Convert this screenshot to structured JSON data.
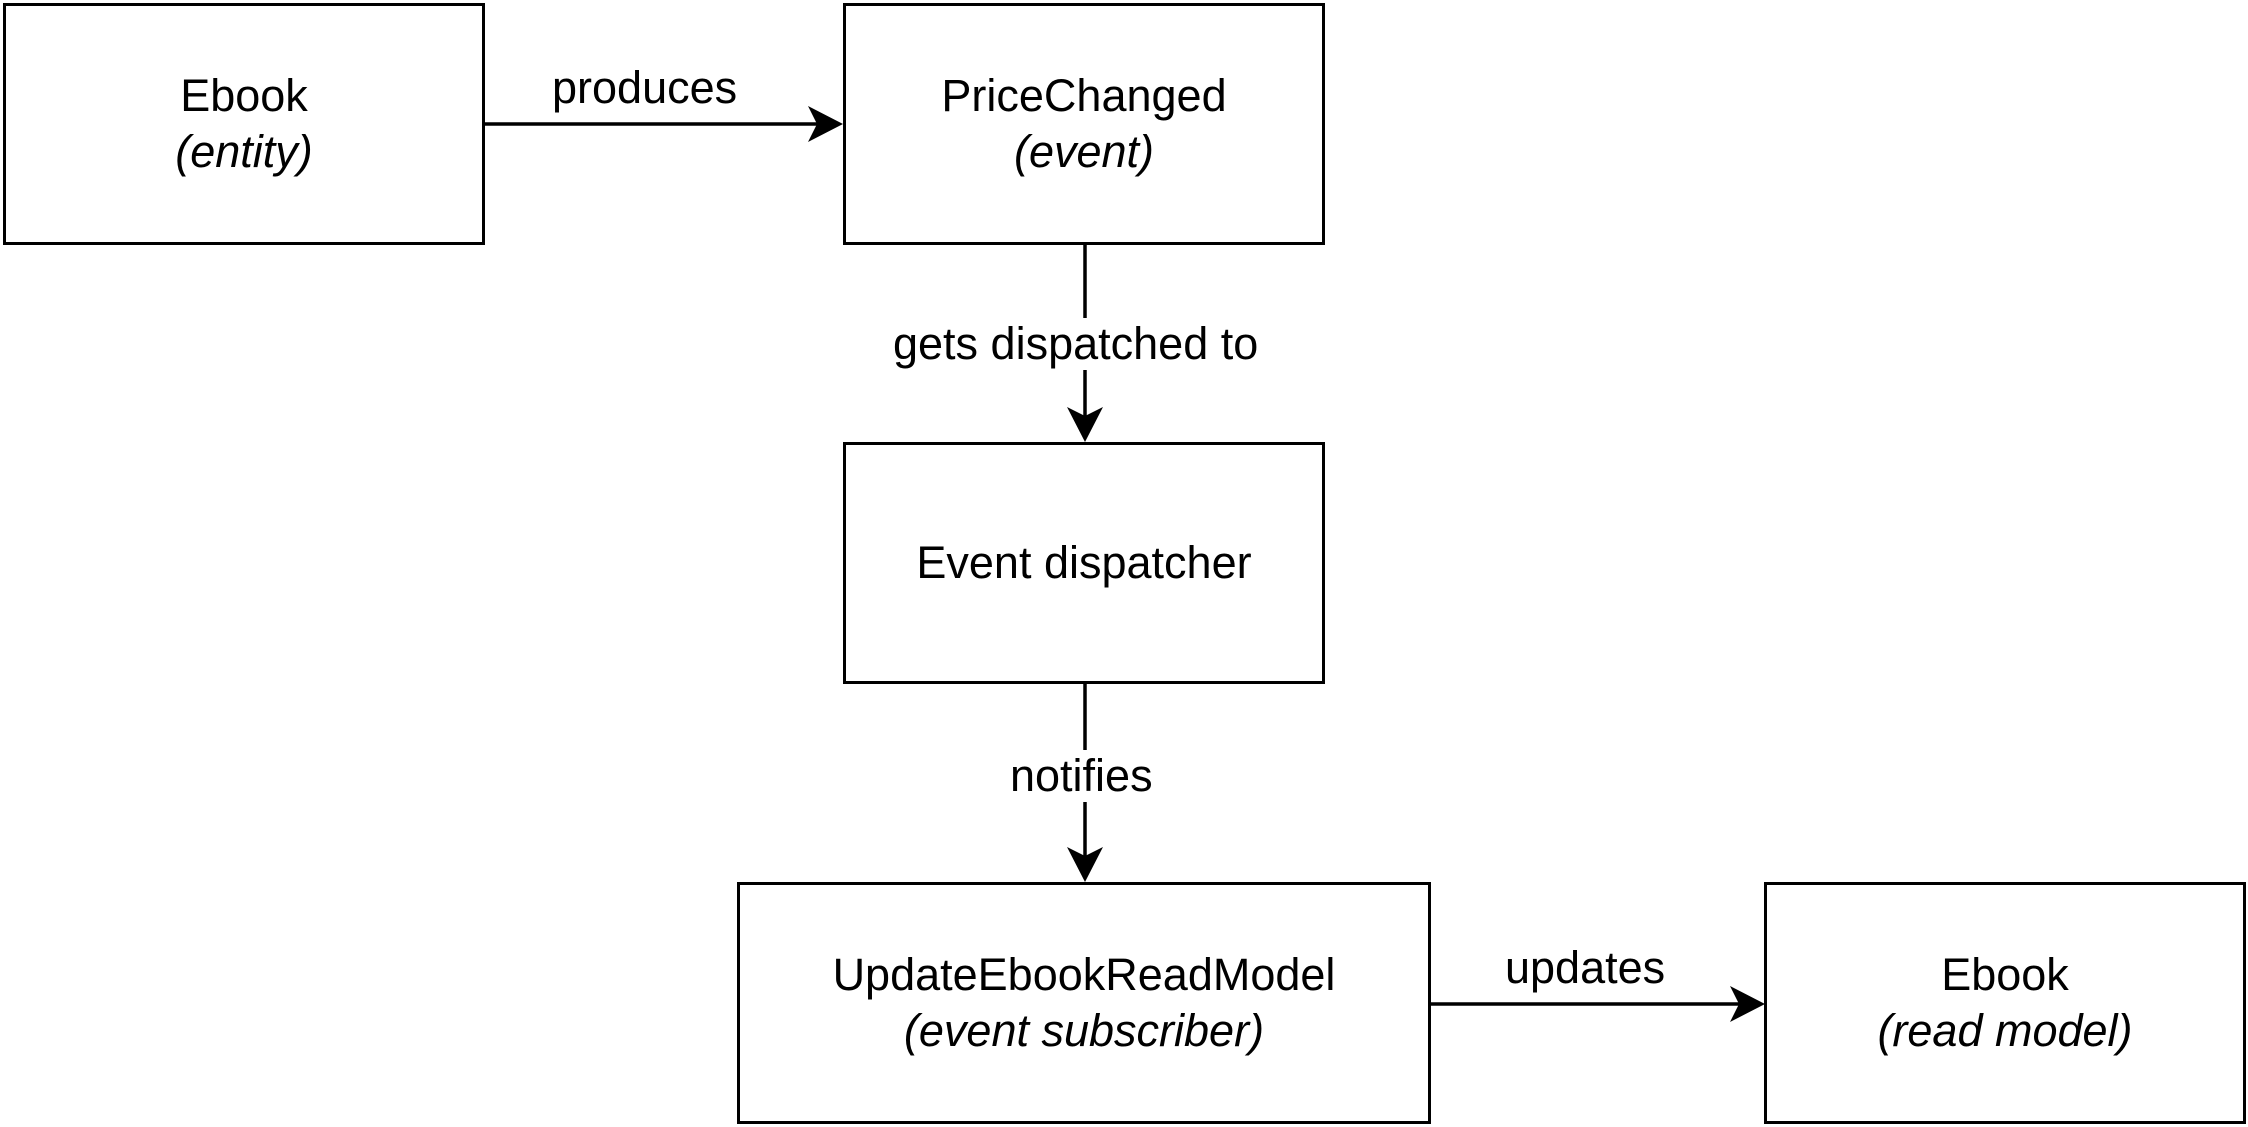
{
  "nodes": {
    "ebook_entity": {
      "title": "Ebook",
      "subtitle": "(entity)"
    },
    "price_changed": {
      "title": "PriceChanged",
      "subtitle": "(event)"
    },
    "event_dispatcher": {
      "title": "Event dispatcher"
    },
    "update_read_model": {
      "title": "UpdateEbookReadModel",
      "subtitle": "(event subscriber)"
    },
    "ebook_read_model": {
      "title": "Ebook",
      "subtitle": "(read model)"
    }
  },
  "edges": {
    "produces": "produces",
    "dispatched": "gets dispatched to",
    "notifies": "notifies",
    "updates": "updates"
  },
  "colors": {
    "stroke": "#000000",
    "background": "#ffffff"
  }
}
